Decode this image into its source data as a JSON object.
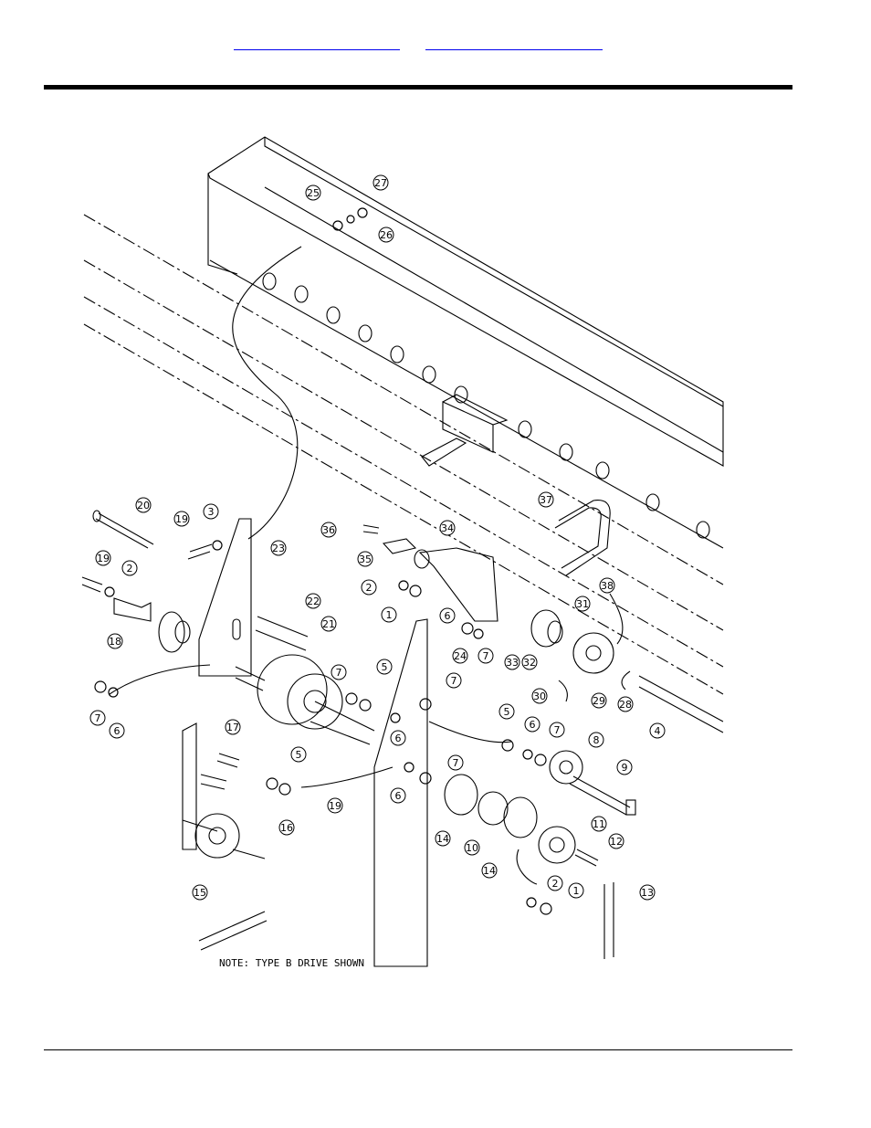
{
  "header": {
    "links": [
      {
        "label": ""
      },
      {
        "label": ""
      }
    ]
  },
  "diagram": {
    "note": "NOTE: TYPE B DRIVE SHOWN",
    "callouts": [
      "1",
      "1",
      "2",
      "2",
      "2",
      "3",
      "4",
      "5",
      "5",
      "5",
      "6",
      "6",
      "6",
      "6",
      "7",
      "7",
      "7",
      "7",
      "7",
      "7",
      "8",
      "9",
      "10",
      "11",
      "12",
      "13",
      "14",
      "14",
      "15",
      "16",
      "17",
      "18",
      "19",
      "19",
      "20",
      "21",
      "22",
      "23",
      "24",
      "25",
      "26",
      "27",
      "28",
      "29",
      "30",
      "31",
      "32",
      "33",
      "34",
      "35",
      "36",
      "37",
      "38"
    ]
  }
}
